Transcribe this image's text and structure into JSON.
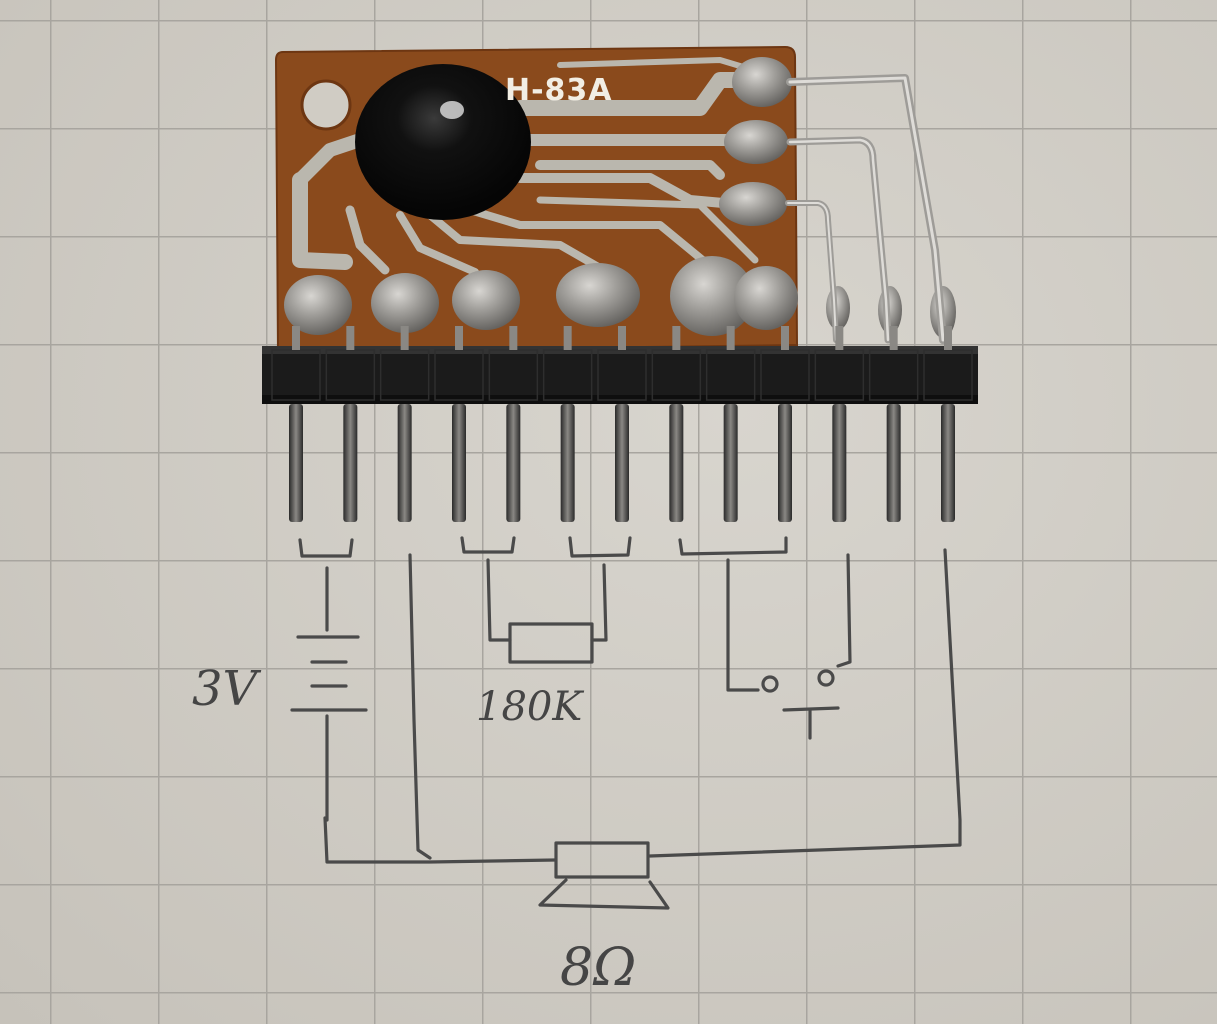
{
  "board": {
    "label": "H-83A",
    "colors": {
      "substrate": "#8a4a1c",
      "trace": "#b9b6ae",
      "solder": "#9c9a96",
      "blob": "#111111",
      "header": "#1b1b1b"
    },
    "pin_count": 13
  },
  "sketch": {
    "battery_label": "3V",
    "resistor_label": "180K",
    "speaker_label": "8Ω",
    "ink_color": "#4a4a4a"
  }
}
